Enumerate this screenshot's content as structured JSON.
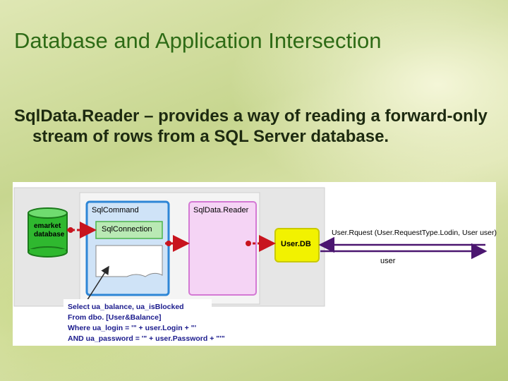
{
  "slide": {
    "title": "Database and Application Intersection",
    "body": "SqlData.Reader – provides a way of reading a forward-only stream of rows from a SQL Server database."
  },
  "diagram": {
    "database_label_line1": "emarket",
    "database_label_line2": "database",
    "sql_command_label": "SqlCommand",
    "sql_connection_label": "SqlConnection",
    "sql_data_reader_label": "SqlData.Reader",
    "userdb_label": "User.DB",
    "request_label": "User.Rquest (User.RequestType.Lodin, User user)",
    "user_label": "user",
    "sql_lines": [
      "Select ua_balance, ua_isBlocked",
      "From dbo. [User&Balance]",
      "Where ua_login = '\" + user.Login + \"'",
      "AND ua_password = '\" + user.Password + \"'\""
    ]
  },
  "colors": {
    "title": "#2e6b16",
    "database": "#2fb82f",
    "command_box": "#2e86d6",
    "reader_box": "#d479d4",
    "userdb": "#f2f200",
    "arrow_red": "#c8141e",
    "arrow_purple": "#4b1670",
    "sql_text": "#1a1a8c"
  }
}
